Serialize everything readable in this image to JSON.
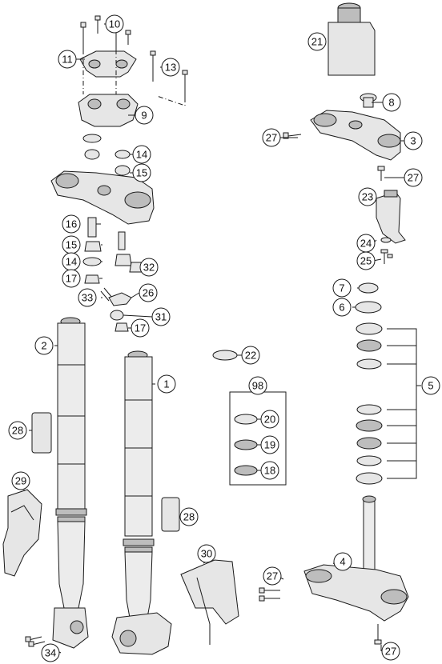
{
  "callouts": [
    {
      "label": "10"
    },
    {
      "label": "11"
    },
    {
      "label": "13"
    },
    {
      "label": "9"
    },
    {
      "label": "21"
    },
    {
      "label": "8"
    },
    {
      "label": "27"
    },
    {
      "label": "3"
    },
    {
      "label": "27"
    },
    {
      "label": "14"
    },
    {
      "label": "15"
    },
    {
      "label": "23"
    },
    {
      "label": "16"
    },
    {
      "label": "15"
    },
    {
      "label": "14"
    },
    {
      "label": "32"
    },
    {
      "label": "17"
    },
    {
      "label": "33"
    },
    {
      "label": "26"
    },
    {
      "label": "24"
    },
    {
      "label": "25"
    },
    {
      "label": "7"
    },
    {
      "label": "6"
    },
    {
      "label": "31"
    },
    {
      "label": "17"
    },
    {
      "label": "2"
    },
    {
      "label": "22"
    },
    {
      "label": "1"
    },
    {
      "label": "98"
    },
    {
      "label": "20"
    },
    {
      "label": "19"
    },
    {
      "label": "18"
    },
    {
      "label": "5"
    },
    {
      "label": "28"
    },
    {
      "label": "29"
    },
    {
      "label": "28"
    },
    {
      "label": "30"
    },
    {
      "label": "4"
    },
    {
      "label": "27"
    },
    {
      "label": "34"
    },
    {
      "label": "27"
    }
  ]
}
